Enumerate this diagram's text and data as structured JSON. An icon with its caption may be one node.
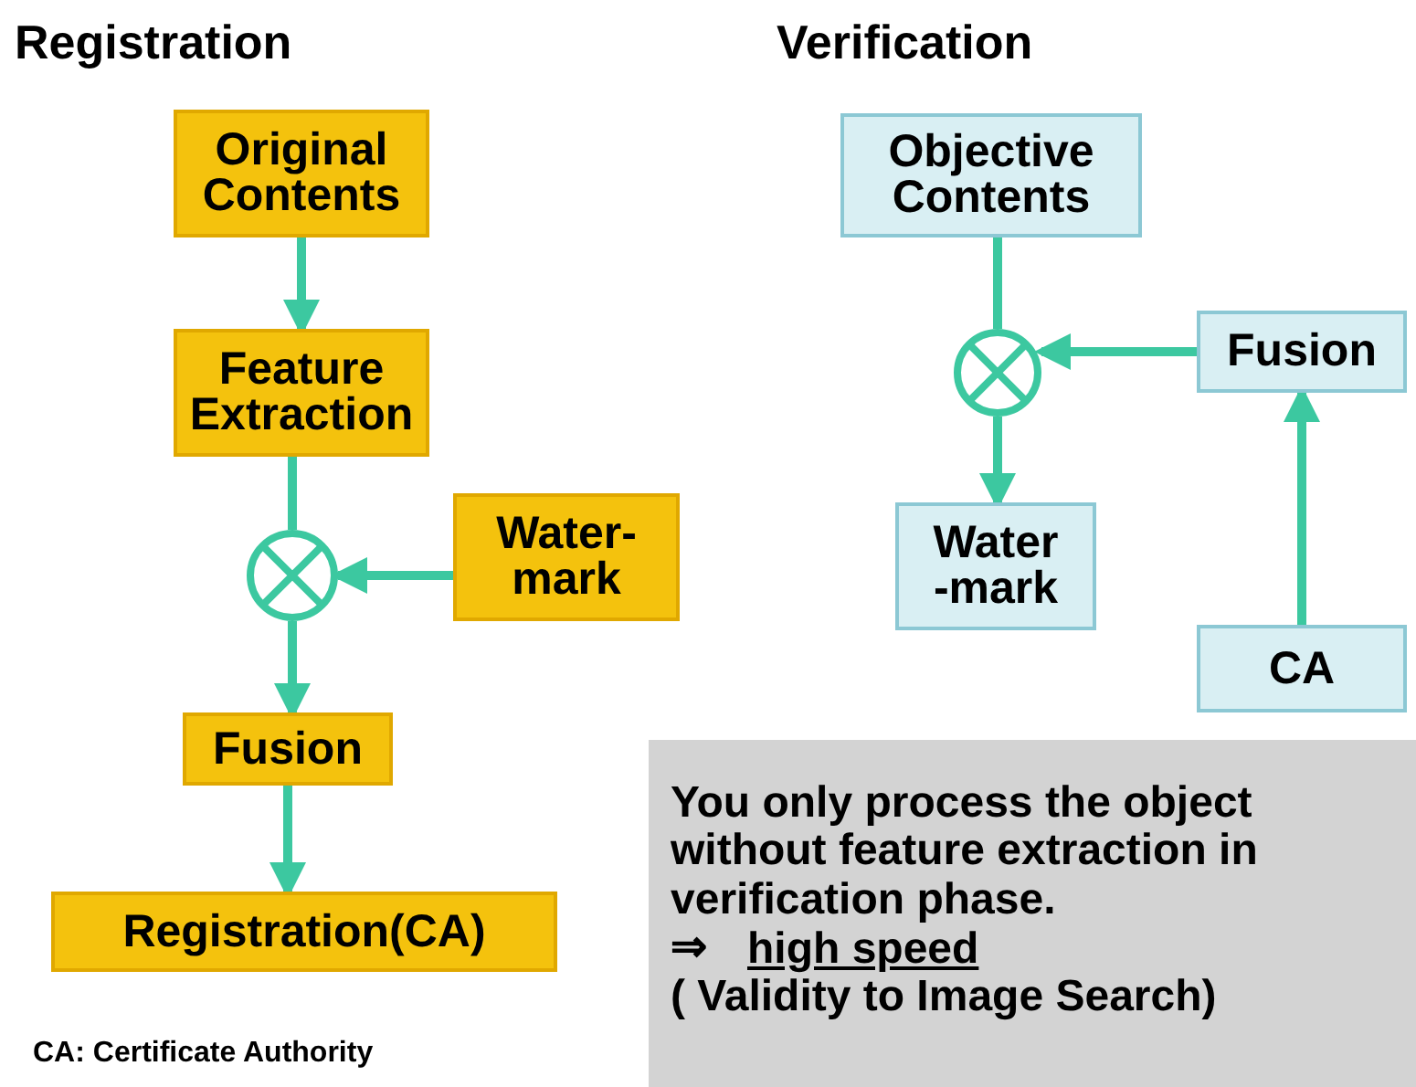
{
  "diagram": {
    "nodes": [
      {
        "text": [
          "Original Contents"
        ]
      },
      {
        "text": [
          "Feature Extraction"
        ]
      },
      {
        "text": [],
        "shape": "circle"
      },
      {
        "text": [
          "Water- mark"
        ]
      },
      {
        "text": [
          "Fusion"
        ]
      },
      {
        "text": [
          "Registration(CA)"
        ]
      },
      {
        "text": [
          "Objective Contents"
        ]
      },
      {
        "text": [],
        "shape": "circle"
      },
      {
        "text": [
          "Fusion"
        ]
      },
      {
        "text": [
          "Water -mark"
        ]
      },
      {
        "text": [
          "CA"
        ]
      },
      {
        "text": [
          "You only process the object without feature extraction in verification phase.",
          "⇒",
          "high speed",
          "( Validity to Image Search)"
        ]
      }
    ],
    "edges": [
      {
        "from": 0,
        "to": 1,
        "arrow": "to"
      },
      {
        "from": 1,
        "to": 2,
        "arrow": "none"
      },
      {
        "from": 3,
        "to": 2,
        "arrow": "to"
      },
      {
        "from": 2,
        "to": 4,
        "arrow": "to"
      },
      {
        "from": 4,
        "to": 5,
        "arrow": "to"
      },
      {
        "from": 6,
        "to": 7,
        "arrow": "none"
      },
      {
        "from": 8,
        "to": 7,
        "arrow": "to"
      },
      {
        "from": 7,
        "to": 9,
        "arrow": "to"
      },
      {
        "from": 10,
        "to": 8,
        "arrow": "to"
      }
    ],
    "labels": [
      "Registration",
      "Verification",
      "CA: Certificate Authority"
    ]
  }
}
